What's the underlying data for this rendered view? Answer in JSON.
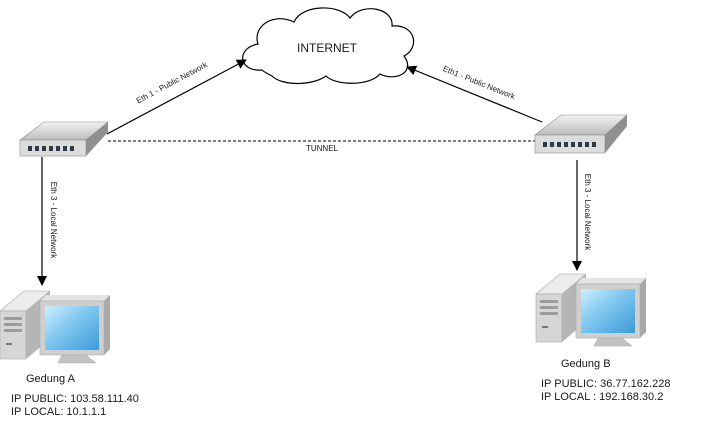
{
  "cloud": {
    "label": "INTERNET"
  },
  "links": {
    "left_public": "Eth 1 - Public Network",
    "right_public": "Eth1 - Public Network",
    "tunnel": "TUNNEL",
    "left_local": "Eth 3 - Local Network",
    "right_local": "Eth 3 - Local Network"
  },
  "sites": {
    "a": {
      "name": "Gedung A",
      "ip_public": "IP PUBLIC: 103.58.111.40",
      "ip_local": "IP LOCAL: 10.1.1.1"
    },
    "b": {
      "name": "Gedung B",
      "ip_public": "IP PUBLIC: 36.77.162.228",
      "ip_local": "IP LOCAL : 192.168.30.2"
    }
  },
  "icons": {
    "cloud": "cloud-icon",
    "router": "router-icon",
    "computer": "desktop-computer-icon"
  },
  "colors": {
    "line": "#000000",
    "device_gray": "#c8c8c8",
    "screen_blue": "#7fc7ef"
  }
}
